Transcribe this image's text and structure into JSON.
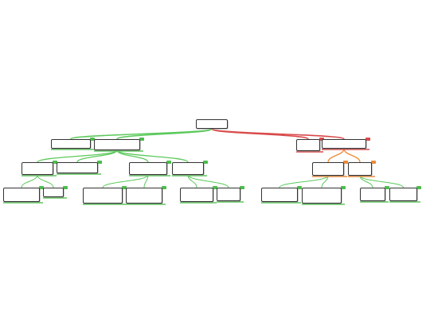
{
  "colors": {
    "green_branch": "#5cc95c",
    "red_branch": "#d94a4a",
    "orange_branch": "#ee8a36",
    "badge_green": "#4bbd4b",
    "badge_red": "#d94a4a",
    "badge_orange": "#ee8a36",
    "node_border": "#333333"
  },
  "nodes": [
    {
      "id": "root",
      "text": ""
    },
    {
      "id": "l1a",
      "text": ""
    },
    {
      "id": "l1b",
      "text": ""
    },
    {
      "id": "l1c",
      "text": ""
    },
    {
      "id": "l1d",
      "text": ""
    },
    {
      "id": "l2a",
      "text": ""
    },
    {
      "id": "l2b",
      "text": ""
    },
    {
      "id": "l2c",
      "text": ""
    },
    {
      "id": "l2d",
      "text": ""
    },
    {
      "id": "l2e",
      "text": ""
    },
    {
      "id": "l2f",
      "text": ""
    },
    {
      "id": "l3a",
      "text": ""
    },
    {
      "id": "l3b",
      "text": ""
    },
    {
      "id": "l3c",
      "text": ""
    },
    {
      "id": "l3d",
      "text": ""
    },
    {
      "id": "l3e",
      "text": ""
    },
    {
      "id": "l3f",
      "text": ""
    },
    {
      "id": "l3g",
      "text": ""
    },
    {
      "id": "l3h",
      "text": ""
    },
    {
      "id": "l3i",
      "text": ""
    },
    {
      "id": "l3j",
      "text": ""
    }
  ]
}
